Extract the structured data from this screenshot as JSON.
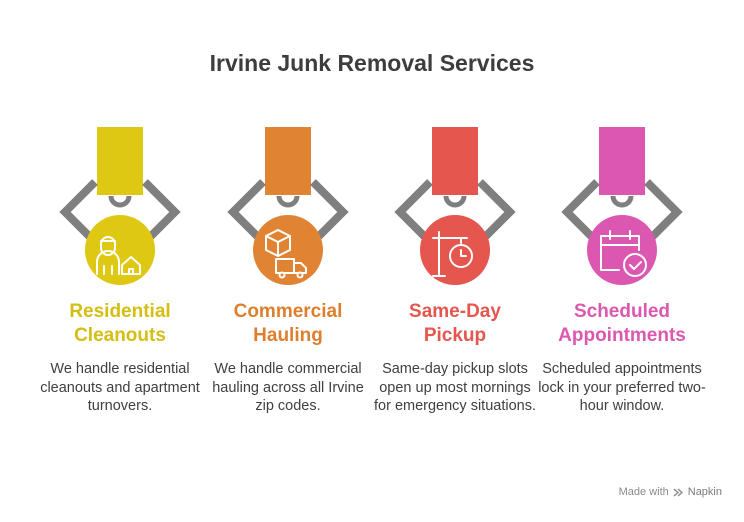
{
  "title": "Irvine Junk Removal Services",
  "steps": [
    {
      "title_line1": "Residential",
      "title_line2": "Cleanouts",
      "desc": "We handle residential cleanouts and apartment turnovers.",
      "color": "#DEC814",
      "icon": "worker-house-icon"
    },
    {
      "title_line1": "Commercial",
      "title_line2": "Hauling",
      "desc": "We handle commercial hauling across all Irvine zip codes.",
      "color": "#E08434",
      "icon": "box-truck-icon"
    },
    {
      "title_line1": "Same-Day",
      "title_line2": "Pickup",
      "desc": "Same-day pickup slots open up most mornings for emergency situations.",
      "color": "#E4564E",
      "icon": "signpost-clock-icon"
    },
    {
      "title_line1": "Scheduled",
      "title_line2": "Appointments",
      "desc": "Scheduled appointments lock in your preferred two-hour window.",
      "color": "#DC58B0",
      "icon": "calendar-check-icon"
    }
  ],
  "footer": {
    "made_with": "Made with",
    "brand": "Napkin"
  }
}
